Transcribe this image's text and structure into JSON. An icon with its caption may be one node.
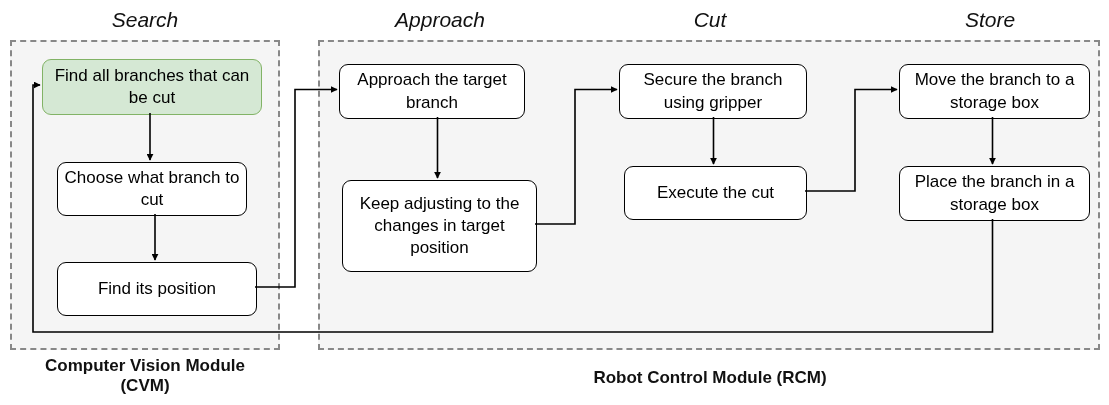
{
  "diagram": {
    "nodes": [
      {
        "text": [
          "Computer Vision Module (CVM)"
        ]
      },
      {
        "text": [
          "Find all branches that can be cut"
        ],
        "in": 0
      },
      {
        "text": [
          "Choose what branch to cut"
        ],
        "in": 0
      },
      {
        "text": [
          "Find its position"
        ],
        "in": 0
      },
      {
        "text": [
          "Robot Control Module (RCM)"
        ]
      },
      {
        "text": [
          "Approach the target branch"
        ],
        "in": 4
      },
      {
        "text": [
          "Keep adjusting to the changes in target position"
        ],
        "in": 4
      },
      {
        "text": [
          "Secure the branch using gripper"
        ],
        "in": 4
      },
      {
        "text": [
          "Execute the cut"
        ],
        "in": 4
      },
      {
        "text": [
          "Move the branch to a storage box"
        ],
        "in": 4
      },
      {
        "text": [
          "Place the branch in a storage box"
        ],
        "in": 4
      }
    ],
    "edges": [
      {
        "from": 1,
        "to": 2,
        "arrow": "to"
      },
      {
        "from": 2,
        "to": 3,
        "arrow": "to"
      },
      {
        "from": 3,
        "to": 5,
        "arrow": "to"
      },
      {
        "from": 5,
        "to": 6,
        "arrow": "to"
      },
      {
        "from": 6,
        "to": 7,
        "arrow": "to"
      },
      {
        "from": 7,
        "to": 8,
        "arrow": "to"
      },
      {
        "from": 8,
        "to": 9,
        "arrow": "to"
      },
      {
        "from": 9,
        "to": 10,
        "arrow": "to"
      },
      {
        "from": 10,
        "to": 1,
        "arrow": "to"
      }
    ],
    "labels": [
      "Search",
      "Approach",
      "Cut",
      "Store"
    ]
  }
}
